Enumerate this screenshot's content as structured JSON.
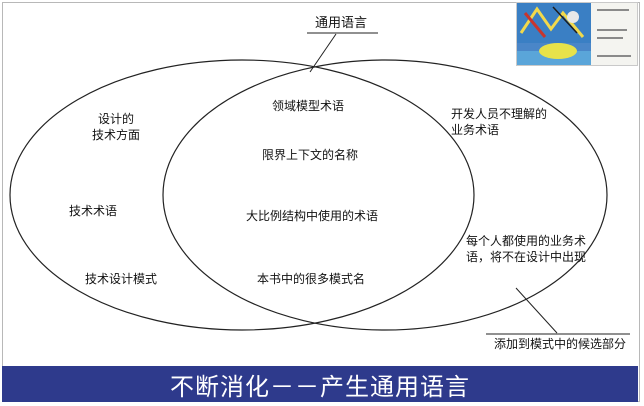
{
  "diagram": {
    "top_label": "通用语言",
    "left_only": {
      "design_tech": "设计的\n技术方面",
      "tech_terms": "技术术语",
      "tech_design_patterns": "技术设计模式"
    },
    "intersection": {
      "domain_model_terms": "领域模型术语",
      "bounded_context_names": "限界上下文的名称",
      "large_scale_structure_terms": "大比例结构中使用的术语",
      "book_pattern_names": "本书中的很多模式名"
    },
    "right_only": {
      "business_terms_not_understood": "开发人员不理解的\n业务术语",
      "business_terms_everyone_uses": "每个人都使用的业务术\n语，将不在设计中出现"
    },
    "bottom_callout": "添加到模式中的候选部分"
  },
  "footer": {
    "title": "不断消化－－产生通用语言"
  },
  "colors": {
    "title_bar": "#2e3a8c",
    "title_text": "#ffffff",
    "line": "#222222"
  },
  "icons": {
    "book_cover": "book-cover-image"
  }
}
